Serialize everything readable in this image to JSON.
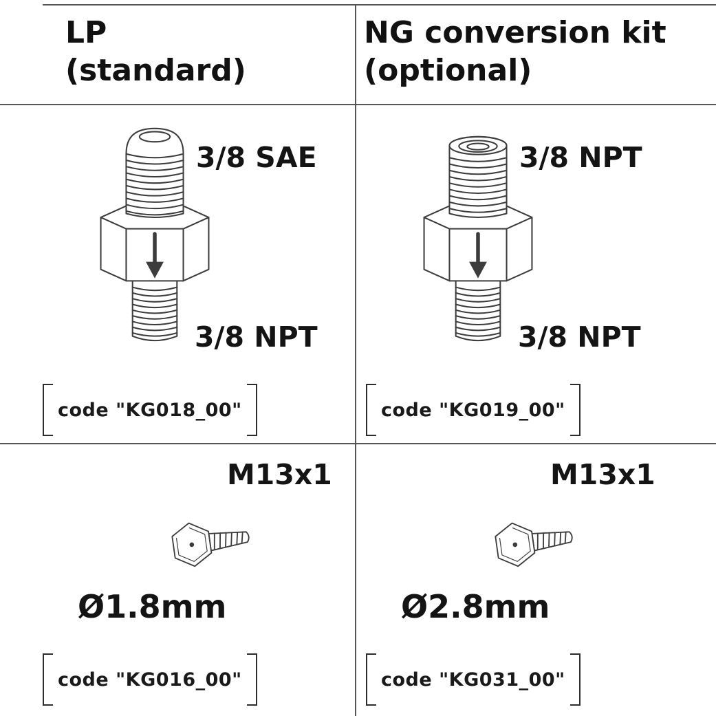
{
  "columns": [
    {
      "header_line1": "LP",
      "header_line2": "(standard)",
      "valve": {
        "top_thread_label": "3/8 SAE",
        "bottom_thread_label": "3/8 NPT",
        "code_label": "code \"KG018_00\""
      },
      "injector": {
        "thread_label": "M13x1",
        "diameter_label": "Ø1.8mm",
        "code_label": "code \"KG016_00\""
      }
    },
    {
      "header_line1": "NG conversion kit",
      "header_line2": "(optional)",
      "valve": {
        "top_thread_label": "3/8 NPT",
        "bottom_thread_label": "3/8 NPT",
        "code_label": "code \"KG019_00\""
      },
      "injector": {
        "thread_label": "M13x1",
        "diameter_label": "Ø2.8mm",
        "code_label": "code \"KG031_00\""
      }
    }
  ]
}
